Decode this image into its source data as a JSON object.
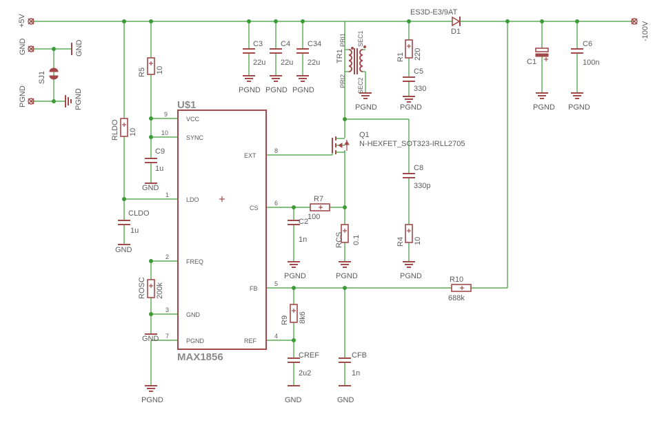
{
  "ic": {
    "name": "U$1",
    "value": "MAX1856"
  },
  "pins": {
    "vcc": {
      "num": "9",
      "name": "VCC"
    },
    "sync": {
      "num": "10",
      "name": "SYNC"
    },
    "ldo": {
      "num": "1",
      "name": "LDO"
    },
    "freq": {
      "num": "2",
      "name": "FREQ"
    },
    "gnd": {
      "num": "3",
      "name": "GND"
    },
    "pgnd": {
      "num": "7",
      "name": "PGND"
    },
    "ext": {
      "num": "8",
      "name": "EXT"
    },
    "cs": {
      "num": "6",
      "name": "CS"
    },
    "fb": {
      "num": "5",
      "name": "FB"
    },
    "ref": {
      "num": "4",
      "name": "REF"
    }
  },
  "nets": {
    "p5v": "+5V",
    "gnd": "GND",
    "pgnd": "PGND",
    "m100v": "-100V"
  },
  "parts": {
    "r5": {
      "name": "R5",
      "value": "10"
    },
    "rldo": {
      "name": "RLDO",
      "value": "10"
    },
    "c9": {
      "name": "C9",
      "value": "1u"
    },
    "cldo": {
      "name": "CLDO",
      "value": "1u"
    },
    "rosc": {
      "name": "ROSC",
      "value": "200k"
    },
    "c3": {
      "name": "C3",
      "value": "22u"
    },
    "c4": {
      "name": "C4",
      "value": "22u"
    },
    "c34": {
      "name": "C34",
      "value": "22u"
    },
    "tr1": {
      "name": "TR1",
      "pri1": "PRI1",
      "pri2": "PRI2",
      "sec1": "SEC1",
      "sec2": "SEC2"
    },
    "r1": {
      "name": "R1",
      "value": "220"
    },
    "c5": {
      "name": "C5",
      "value": "330"
    },
    "d1": {
      "name": "D1",
      "value": "ES3D-E3/9AT"
    },
    "c1": {
      "name": "C1",
      "value": ""
    },
    "c6": {
      "name": "C6",
      "value": "100n"
    },
    "q1": {
      "name": "Q1",
      "value": "N-HEXFET_SOT323-IRLL2705"
    },
    "c8": {
      "name": "C8",
      "value": "330p"
    },
    "r4": {
      "name": "R4",
      "value": "10"
    },
    "r7": {
      "name": "R7",
      "value": "100"
    },
    "c2": {
      "name": "C2",
      "value": "1n"
    },
    "rcs": {
      "name": "RCS",
      "value": "0.1"
    },
    "r10": {
      "name": "R10",
      "value": "688k"
    },
    "r9": {
      "name": "R9",
      "value": "8k6"
    },
    "cref": {
      "name": "CREF",
      "value": "2u2"
    },
    "cfb": {
      "name": "CFB",
      "value": "1n"
    },
    "sj1": {
      "name": "SJ1"
    }
  }
}
